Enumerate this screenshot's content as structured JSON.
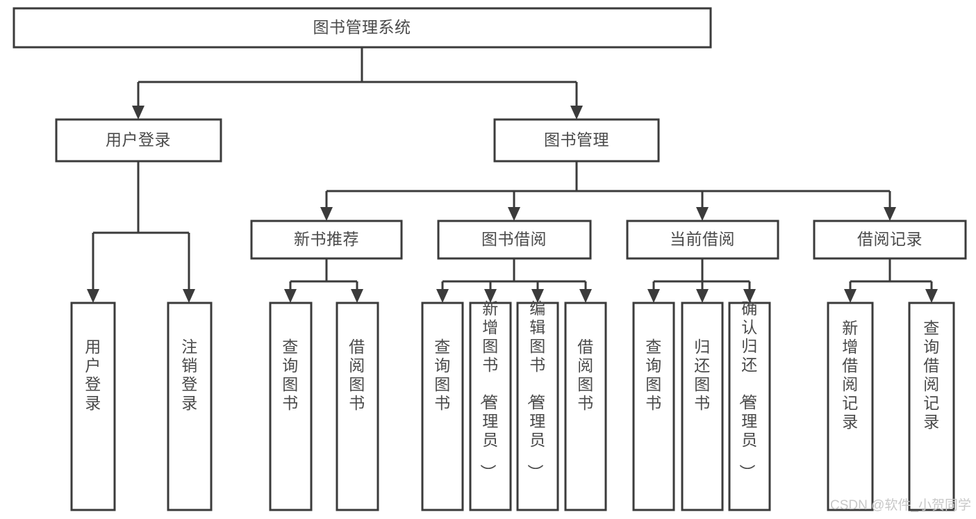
{
  "diagram": {
    "title_label": "图书管理系统",
    "type": "hierarchy-tree",
    "root": {
      "id": "root",
      "label": "图书管理系统",
      "orientation": "horizontal"
    },
    "level2": [
      {
        "id": "user-login",
        "label": "用户登录",
        "orientation": "horizontal"
      },
      {
        "id": "book-management",
        "label": "图书管理",
        "orientation": "horizontal"
      }
    ],
    "level3": [
      {
        "id": "new-book-recommend",
        "label": "新书推荐",
        "parent": "book-management",
        "orientation": "horizontal"
      },
      {
        "id": "book-borrow",
        "label": "图书借阅",
        "parent": "book-management",
        "orientation": "horizontal"
      },
      {
        "id": "current-borrow",
        "label": "当前借阅",
        "parent": "book-management",
        "orientation": "horizontal"
      },
      {
        "id": "borrow-record",
        "label": "借阅记录",
        "parent": "book-management",
        "orientation": "horizontal"
      }
    ],
    "leaves": [
      {
        "id": "leaf-user-login",
        "label": "用户登录",
        "parent": "user-login",
        "orientation": "vertical"
      },
      {
        "id": "leaf-logout-login",
        "label": "注销登录",
        "parent": "user-login",
        "orientation": "vertical"
      },
      {
        "id": "leaf-query-book-1",
        "label": "查询图书",
        "parent": "new-book-recommend",
        "orientation": "vertical"
      },
      {
        "id": "leaf-borrow-book-1",
        "label": "借阅图书",
        "parent": "new-book-recommend",
        "orientation": "vertical"
      },
      {
        "id": "leaf-query-book-2",
        "label": "查询图书",
        "parent": "book-borrow",
        "orientation": "vertical"
      },
      {
        "id": "leaf-add-book",
        "label": "新增图书（管理员）",
        "parent": "book-borrow",
        "orientation": "vertical"
      },
      {
        "id": "leaf-edit-book",
        "label": "编辑图书（管理员）",
        "parent": "book-borrow",
        "orientation": "vertical"
      },
      {
        "id": "leaf-borrow-book-2",
        "label": "借阅图书",
        "parent": "book-borrow",
        "orientation": "vertical"
      },
      {
        "id": "leaf-query-book-3",
        "label": "查询图书",
        "parent": "current-borrow",
        "orientation": "vertical"
      },
      {
        "id": "leaf-return-book",
        "label": "归还图书",
        "parent": "current-borrow",
        "orientation": "vertical"
      },
      {
        "id": "leaf-confirm-return",
        "label": "确认归还（管理员）",
        "parent": "current-borrow",
        "orientation": "vertical"
      },
      {
        "id": "leaf-add-record",
        "label": "新增借阅记录",
        "parent": "borrow-record",
        "orientation": "vertical"
      },
      {
        "id": "leaf-query-record",
        "label": "查询借阅记录",
        "parent": "borrow-record",
        "orientation": "vertical"
      }
    ],
    "colors": {
      "box_stroke": "#3b3b3b",
      "box_fill": "#ffffff",
      "text": "#4a4a4a",
      "connector": "#3b3b3b",
      "background": "#ffffff",
      "watermark": "#c8c8c8"
    }
  },
  "watermark": {
    "text": "CSDN @软件_小贺同学"
  }
}
